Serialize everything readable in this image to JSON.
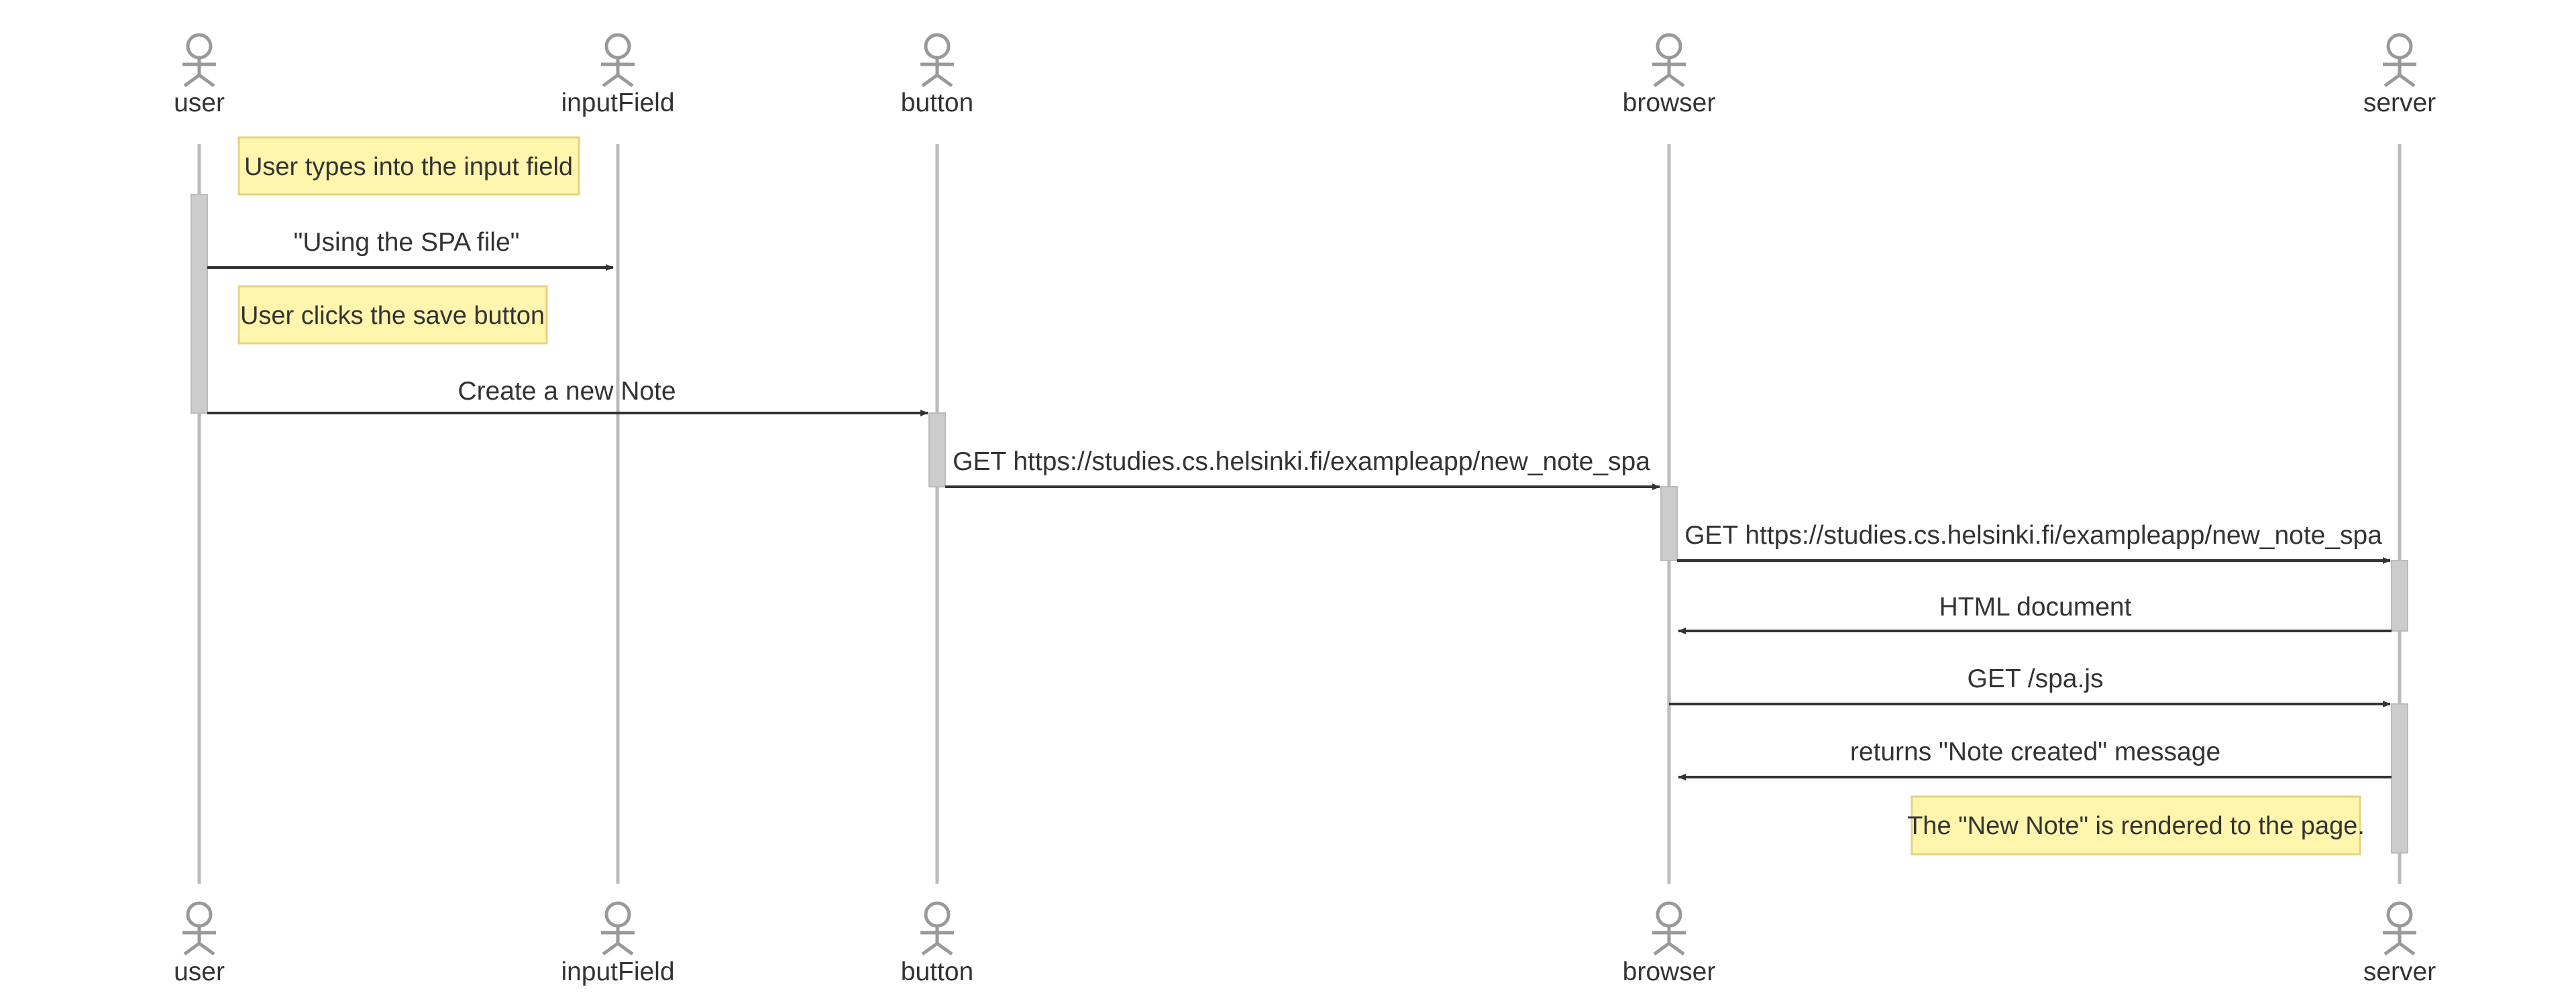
{
  "diagram": {
    "type": "sequence",
    "participants": [
      {
        "id": "user",
        "label": "user"
      },
      {
        "id": "inputField",
        "label": "inputField"
      },
      {
        "id": "button",
        "label": "button"
      },
      {
        "id": "browser",
        "label": "browser"
      },
      {
        "id": "server",
        "label": "server"
      }
    ],
    "steps": [
      {
        "kind": "note",
        "over": "user",
        "placement": "right",
        "text": "User types into the input field"
      },
      {
        "kind": "message",
        "from": "user",
        "to": "inputField",
        "text": "\"Using the SPA file\""
      },
      {
        "kind": "note",
        "over": "user",
        "placement": "right",
        "text": "User clicks the save button"
      },
      {
        "kind": "message",
        "from": "user",
        "to": "button",
        "text": "Create a new Note"
      },
      {
        "kind": "message",
        "from": "button",
        "to": "browser",
        "text": "GET https://studies.cs.helsinki.fi/exampleapp/new_note_spa"
      },
      {
        "kind": "message",
        "from": "browser",
        "to": "server",
        "text": "GET https://studies.cs.helsinki.fi/exampleapp/new_note_spa"
      },
      {
        "kind": "message",
        "from": "server",
        "to": "browser",
        "text": "HTML document"
      },
      {
        "kind": "message",
        "from": "browser",
        "to": "server",
        "text": "GET /spa.js"
      },
      {
        "kind": "message",
        "from": "server",
        "to": "browser",
        "text": "returns \"Note created\" message"
      },
      {
        "kind": "note",
        "over": "server",
        "placement": "left",
        "text": "The \"New Note\" is rendered to the page."
      }
    ],
    "colors": {
      "note_fill": "#fff5ad",
      "note_border": "#e6d280",
      "activation_fill": "#cccccc",
      "lifeline": "#bbbbbb",
      "actor_stroke": "#999999",
      "arrow": "#333333",
      "text": "#333333"
    }
  }
}
